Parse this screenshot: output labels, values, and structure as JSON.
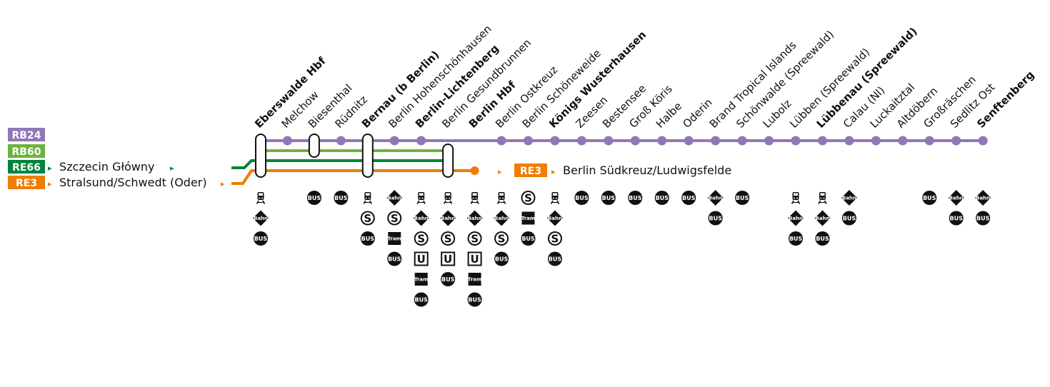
{
  "colors": {
    "rb24": "#8f78b8",
    "rb60": "#6db33f",
    "re66": "#00843d",
    "re3": "#ef7d00",
    "dark": "#111111"
  },
  "lines": [
    {
      "id": "rb24",
      "label": "RB24",
      "destination": "",
      "color": "#8f78b8"
    },
    {
      "id": "rb60",
      "label": "RB60",
      "destination": "",
      "color": "#6db33f"
    },
    {
      "id": "re66",
      "label": "RE66",
      "destination": "Szczecin Główny",
      "color": "#00843d"
    },
    {
      "id": "re3",
      "label": "RE3",
      "destination": "Stralsund/Schwedt (Oder)",
      "color": "#ef7d00"
    }
  ],
  "arrow_glyph": "▸",
  "re3_continuation": {
    "label": "RE3",
    "destination": "Berlin Südkreuz/Ludwigsfelde"
  },
  "icon_labels": {
    "bahn": "Bahn",
    "bus": "BUS",
    "s": "S",
    "u": "U",
    "tram": "Tram"
  },
  "stations": [
    {
      "name": "Eberswalde Hbf",
      "major": true,
      "lines": [
        "rb24",
        "rb60",
        "re66",
        "re3"
      ],
      "icons": [
        "regio",
        "bahn",
        "bus"
      ]
    },
    {
      "name": "Melchow",
      "major": false,
      "lines": [
        "rb24"
      ],
      "icons": []
    },
    {
      "name": "Biesenthal",
      "major": false,
      "lines": [
        "rb24",
        "rb60"
      ],
      "icons": [
        "bus"
      ]
    },
    {
      "name": "Rüdnitz",
      "major": false,
      "lines": [
        "rb24"
      ],
      "icons": [
        "bus"
      ]
    },
    {
      "name": "Bernau (b Berlin)",
      "major": true,
      "lines": [
        "rb24",
        "rb60",
        "re66",
        "re3"
      ],
      "icons": [
        "regio",
        "s",
        "bus"
      ]
    },
    {
      "name": "Berlin Hohenschönhausen",
      "major": false,
      "lines": [
        "rb24"
      ],
      "icons": [
        "bahn",
        "s",
        "tram",
        "bus"
      ]
    },
    {
      "name": "Berlin-Lichtenberg",
      "major": true,
      "lines": [
        "rb24"
      ],
      "icons": [
        "regio",
        "bahn",
        "s",
        "u",
        "tram",
        "bus"
      ]
    },
    {
      "name": "Berlin Gesundbrunnen",
      "major": false,
      "lines": [
        "rb60",
        "re66",
        "re3"
      ],
      "icons": [
        "regio",
        "bahn",
        "s",
        "u",
        "bus"
      ]
    },
    {
      "name": "Berlin Hbf",
      "major": true,
      "lines": [
        "re3"
      ],
      "icons": [
        "regio",
        "bahn",
        "s",
        "u",
        "tram",
        "bus"
      ]
    },
    {
      "name": "Berlin Ostkreuz",
      "major": false,
      "lines": [
        "rb24"
      ],
      "icons": [
        "regio",
        "bahn",
        "s",
        "bus"
      ]
    },
    {
      "name": "Berlin Schöneweide",
      "major": false,
      "lines": [
        "rb24"
      ],
      "icons": [
        "s",
        "tram",
        "bus"
      ]
    },
    {
      "name": "Königs Wusterhausen",
      "major": true,
      "lines": [
        "rb24"
      ],
      "icons": [
        "regio",
        "bahn",
        "s",
        "bus"
      ]
    },
    {
      "name": "Zeesen",
      "major": false,
      "lines": [
        "rb24"
      ],
      "icons": [
        "bus"
      ]
    },
    {
      "name": "Bestensee",
      "major": false,
      "lines": [
        "rb24"
      ],
      "icons": [
        "bus"
      ]
    },
    {
      "name": "Groß Köris",
      "major": false,
      "lines": [
        "rb24"
      ],
      "icons": [
        "bus"
      ]
    },
    {
      "name": "Halbe",
      "major": false,
      "lines": [
        "rb24"
      ],
      "icons": [
        "bus"
      ]
    },
    {
      "name": "Oderin",
      "major": false,
      "lines": [
        "rb24"
      ],
      "icons": [
        "bus"
      ]
    },
    {
      "name": "Brand Tropical Islands",
      "major": false,
      "lines": [
        "rb24"
      ],
      "icons": [
        "bahn",
        "bus"
      ]
    },
    {
      "name": "Schönwalde (Spreewald)",
      "major": false,
      "lines": [
        "rb24"
      ],
      "icons": [
        "bus"
      ]
    },
    {
      "name": "Lubolz",
      "major": false,
      "lines": [
        "rb24"
      ],
      "icons": []
    },
    {
      "name": "Lübben (Spreewald)",
      "major": false,
      "lines": [
        "rb24"
      ],
      "icons": [
        "regio",
        "bahn",
        "bus"
      ]
    },
    {
      "name": "Lübbenau (Spreewald)",
      "major": true,
      "lines": [
        "rb24"
      ],
      "icons": [
        "regio",
        "bahn",
        "bus"
      ]
    },
    {
      "name": "Calau (Nl)",
      "major": false,
      "lines": [
        "rb24"
      ],
      "icons": [
        "bahn",
        "bus"
      ]
    },
    {
      "name": "Luckaitztal",
      "major": false,
      "lines": [
        "rb24"
      ],
      "icons": []
    },
    {
      "name": "Altdöbern",
      "major": false,
      "lines": [
        "rb24"
      ],
      "icons": []
    },
    {
      "name": "Großräschen",
      "major": false,
      "lines": [
        "rb24"
      ],
      "icons": [
        "bus"
      ]
    },
    {
      "name": "Sedlitz Ost",
      "major": false,
      "lines": [
        "rb24"
      ],
      "icons": [
        "bahn",
        "bus"
      ]
    },
    {
      "name": "Senftenberg",
      "major": true,
      "lines": [
        "rb24"
      ],
      "icons": [
        "bahn",
        "bus"
      ]
    }
  ]
}
